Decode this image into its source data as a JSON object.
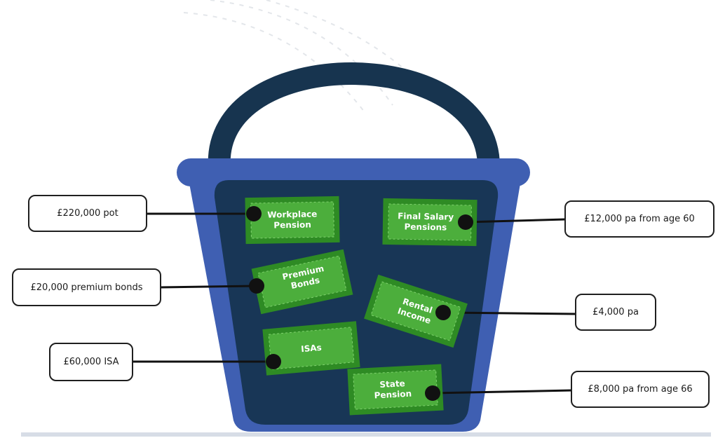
{
  "colors": {
    "handle": "#17344f",
    "bucket": "#3f5fb2",
    "bucket_inner": "#183656",
    "note_border": "#2e8b24",
    "note_fill": "#4cae3c",
    "dot": "#111111",
    "connector": "#111111",
    "ground": "#d7dde6"
  },
  "sources": [
    {
      "note": "Workplace\nPension",
      "callout": "£220,000 pot"
    },
    {
      "note": "Final Salary\nPensions",
      "callout": "£12,000 pa from age 60"
    },
    {
      "note": "Premium\nBonds",
      "callout": "£20,000 premium bonds"
    },
    {
      "note": "Rental\nIncome",
      "callout": "£4,000 pa"
    },
    {
      "note": "ISAs",
      "callout": "£60,000 ISA"
    },
    {
      "note": "State\nPension",
      "callout": "£8,000 pa from age 66"
    }
  ]
}
